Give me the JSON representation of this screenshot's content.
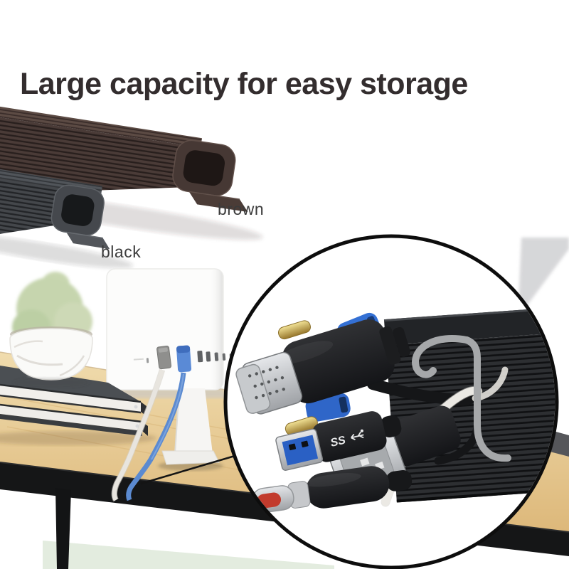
{
  "title": {
    "text": "Large capacity for easy storage"
  },
  "products": {
    "brown": {
      "label": "brown",
      "body_color": "#4a3b37",
      "ridge_color": "#281f1d"
    },
    "black": {
      "label": "black",
      "body_color": "#44474b",
      "ridge_color": "#222427"
    }
  },
  "inset": {
    "usb_logo": "SS",
    "organizer_color": "#2d2f32",
    "organizer_ridge": "#101113",
    "clip_color": "#a6a8aa",
    "connectors": [
      "vga",
      "usb-a",
      "hdmi",
      "usb-c"
    ],
    "accent_blue": "#3674d8",
    "usb_c_tip_red": "#c23b2d",
    "vga_screw_gold": "#c9a84c"
  },
  "scene": {
    "desk_wood": "#e9cb92",
    "desk_edge": "#161617",
    "floor_mint": "#e3ecdf",
    "cable_blue": "#5b8ad0",
    "cable_white": "#e8e5df",
    "monitor_color": "#fcfcfb",
    "callout_stroke": "#0d0d0d"
  }
}
